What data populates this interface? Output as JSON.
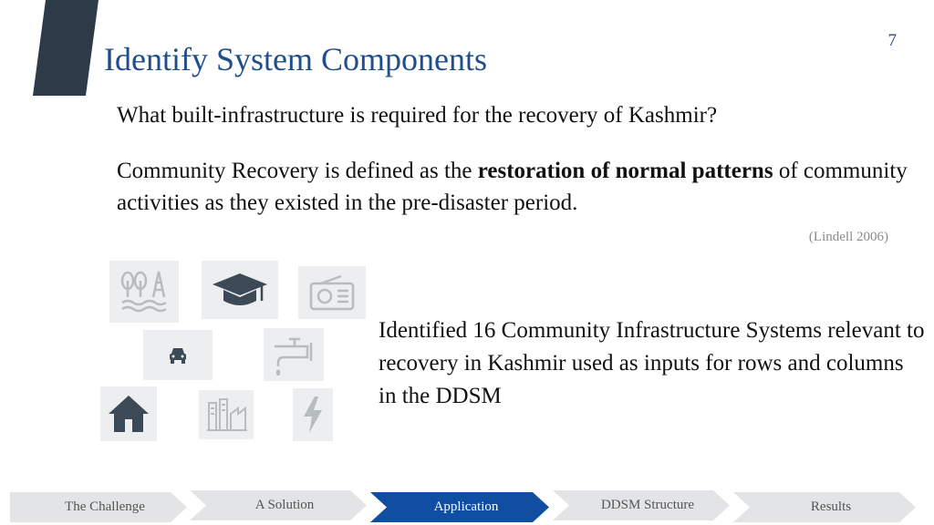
{
  "slide": {
    "page_number": "7",
    "title": "Identify System Components",
    "question": "What built-infrastructure is required for the recovery of Kashmir?",
    "definition_before": "Community Recovery is defined as the ",
    "definition_bold": "restoration of normal patterns",
    "definition_after": " of community activities as they existed in the pre-disaster period.",
    "citation": "(Lindell 2006)",
    "summary": "Identified 16 Community Infrastructure Systems relevant to recovery in Kashmir used as inputs for rows and columns in the DDSM"
  },
  "icons": [
    {
      "name": "environment-utilities-icon"
    },
    {
      "name": "graduation-cap-icon"
    },
    {
      "name": "radio-icon"
    },
    {
      "name": "car-icon"
    },
    {
      "name": "water-faucet-icon"
    },
    {
      "name": "house-icon"
    },
    {
      "name": "industry-icon"
    },
    {
      "name": "lightning-bolt-icon"
    }
  ],
  "nav": {
    "steps": [
      "The Challenge",
      "A Solution",
      "Application",
      "DDSM Structure",
      "Results"
    ],
    "active_index": 2
  },
  "colors": {
    "title_blue": "#1f4e8c",
    "accent_dark": "#2d3a48",
    "icon_gray": "#b7bcc1",
    "icon_dark": "#3c4a57",
    "nav_active": "#0f4ea0",
    "nav_inactive": "#e2e4e6"
  }
}
